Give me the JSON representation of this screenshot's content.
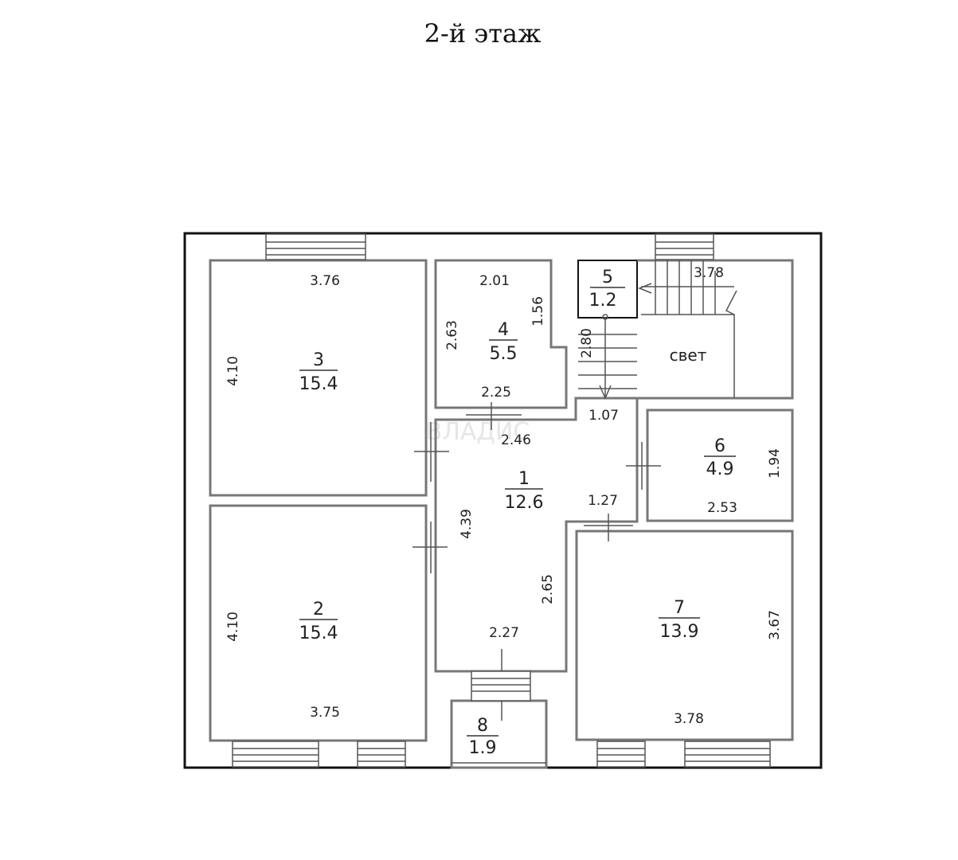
{
  "title": "2-й этаж",
  "watermark": "ВЛАДИС",
  "rooms": [
    {
      "number": "1",
      "area": "12.6"
    },
    {
      "number": "2",
      "area": "15.4"
    },
    {
      "number": "3",
      "area": "15.4"
    },
    {
      "number": "4",
      "area": "5.5"
    },
    {
      "number": "5",
      "area": "1.2"
    },
    {
      "number": "6",
      "area": "4.9"
    },
    {
      "number": "7",
      "area": "13.9"
    },
    {
      "number": "8",
      "area": "1.9"
    }
  ],
  "light_well_label": "свет",
  "dimensions": {
    "r3_top": "3.76",
    "r3_left": "4.10",
    "r2_left": "4.10",
    "r2_bottom": "3.75",
    "r4_top": "2.01",
    "r4_left": "2.63",
    "r4_right": "1.56",
    "r4_bottom": "2.25",
    "stair_top": "3.78",
    "stair_side": "2.80",
    "hall_top_right": "1.07",
    "hall_top": "2.46",
    "hall_left": "4.39",
    "hall_mid": "1.27",
    "hall_right": "2.65",
    "hall_bottom": "2.27",
    "r6_right": "1.94",
    "r6_bottom": "2.53",
    "r7_right": "3.67",
    "r7_bottom": "3.78"
  }
}
